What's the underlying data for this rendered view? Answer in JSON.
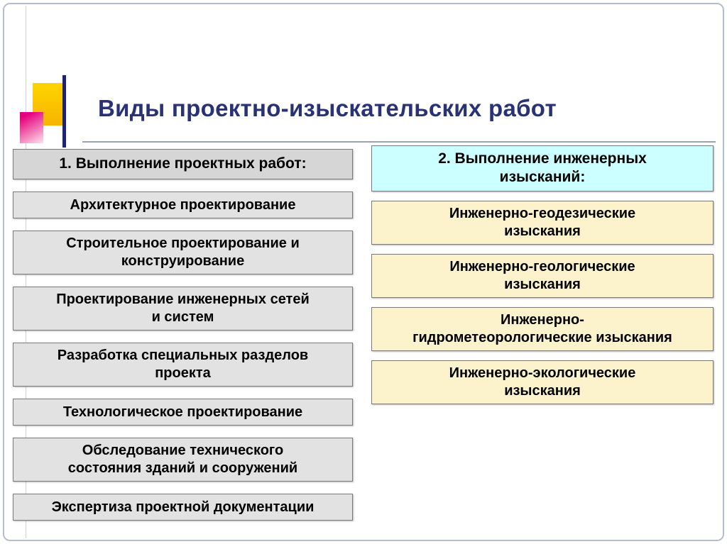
{
  "title": "Виды проектно-изыскательских работ",
  "left_column": {
    "header": "1. Выполнение проектных работ:",
    "items": [
      "Архитектурное проектирование",
      "Строительное проектирование и\nконструирование",
      "Проектирование инженерных сетей\nи систем",
      "Разработка специальных разделов\nпроекта",
      "Технологическое проектирование",
      "Обследование технического\nсостояния зданий и сооружений",
      "Экспертиза проектной документации"
    ]
  },
  "right_column": {
    "header": "2. Выполнение инженерных\nизысканий:",
    "items": [
      "Инженерно-геодезические\nизыскания",
      "Инженерно-геологические\nизыскания",
      "Инженерно-\nгидрометеорологические изыскания",
      "Инженерно-экологические\nизыскания"
    ]
  },
  "colors": {
    "title_text": "#283275",
    "left_header_bg": "#d6d6d6",
    "left_item_bg": "#e2e2e2",
    "right_header_bg": "#ccffff",
    "right_item_bg": "#fcf2cc",
    "box_border": "#7a7a7a",
    "accent_yellow": "#ffd400",
    "accent_magenta": "#e6007e",
    "accent_navy": "#1e2274",
    "slide_border": "#b3bdd1"
  }
}
